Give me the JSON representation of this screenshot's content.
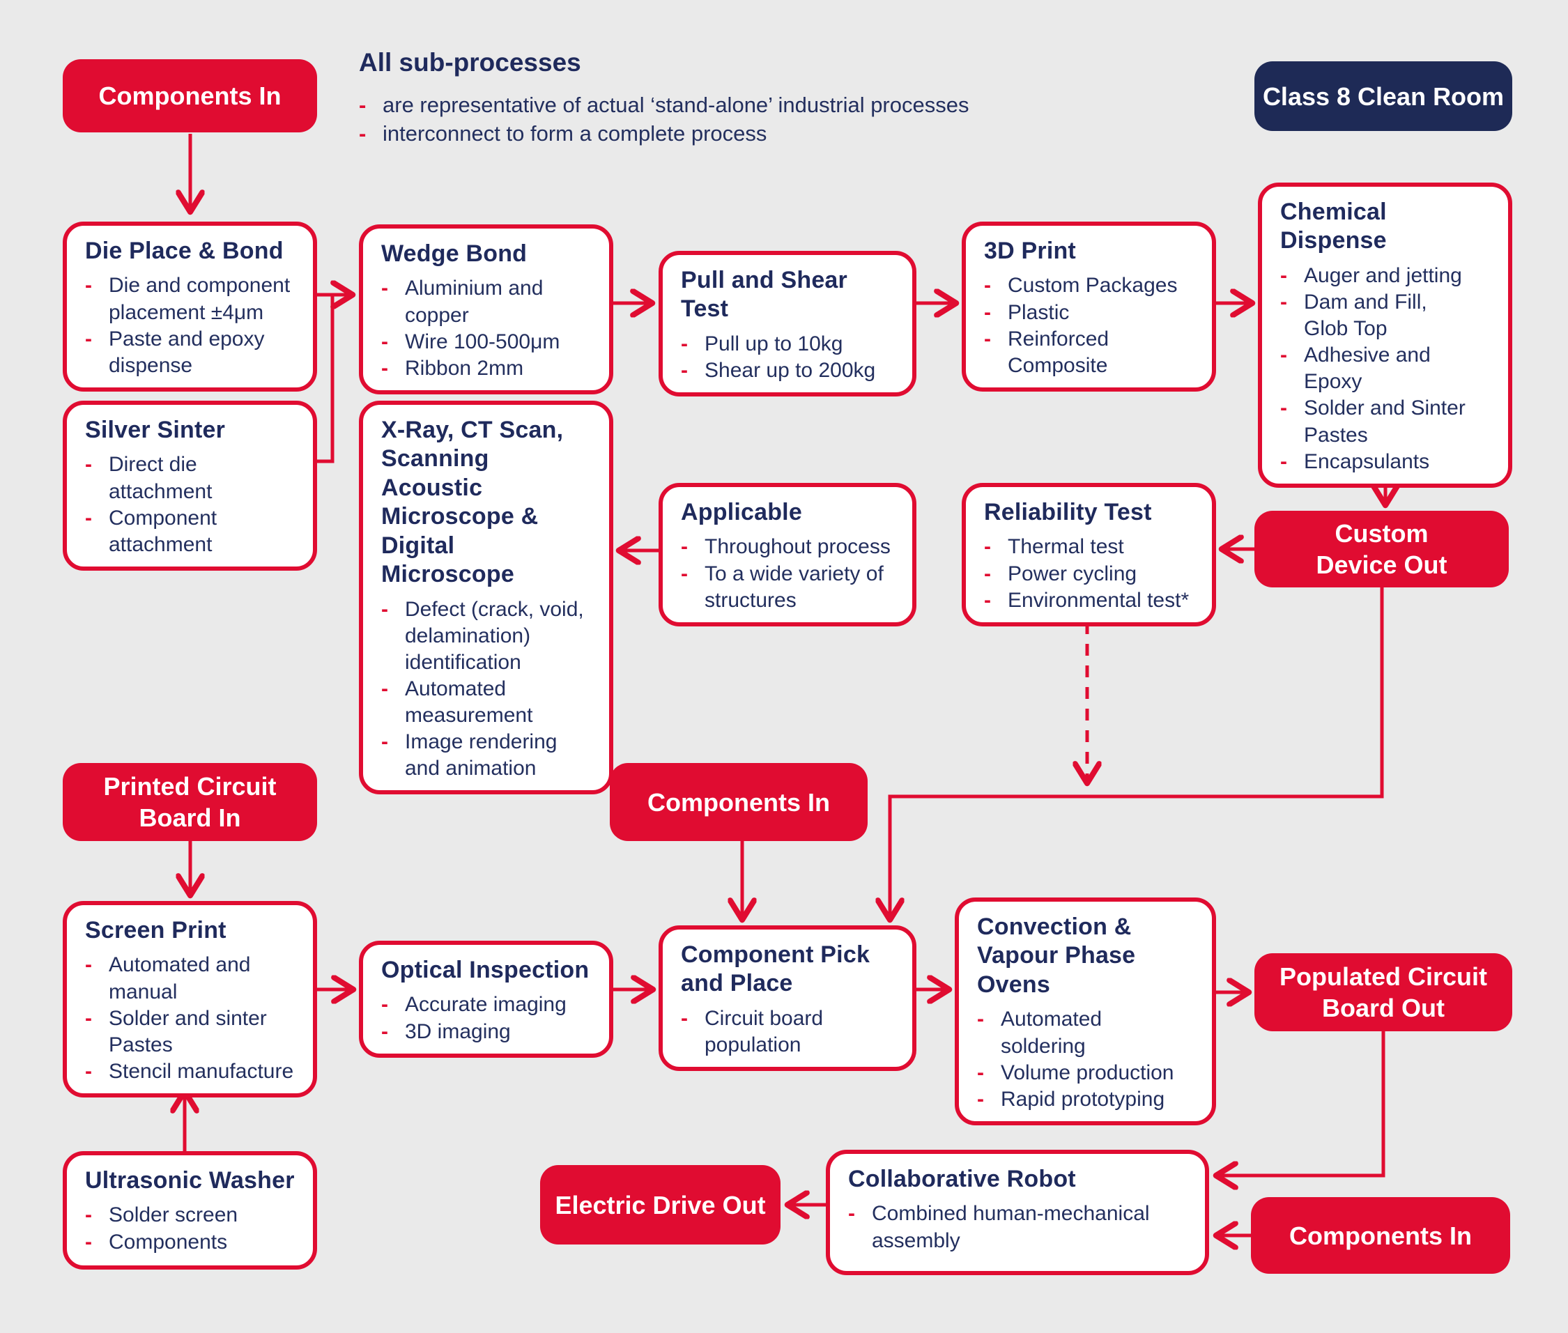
{
  "ui": {
    "bullet_marker": "-"
  },
  "colors": {
    "red": "#E00C31",
    "navy": "#1E2A56",
    "text_navy": "#232F5E",
    "background": "#EAEAEA",
    "box_fill": "#FFFFFF"
  },
  "note": {
    "title": "All sub-processes",
    "bullets": [
      "are representative of actual ‘stand-alone’ industrial processes",
      "interconnect to form a complete process"
    ]
  },
  "pills": {
    "components_in_top": {
      "label": "Components In"
    },
    "clean_room": {
      "label": "Class 8 Clean Room"
    },
    "custom_device_out": {
      "label": "Custom\nDevice Out"
    },
    "pcb_in": {
      "label": "Printed Circuit\nBoard In"
    },
    "components_in_mid": {
      "label": "Components In"
    },
    "pcb_out": {
      "label": "Populated Circuit\nBoard Out"
    },
    "electric_drive_out": {
      "label": "Electric Drive Out"
    },
    "components_in_bottom": {
      "label": "Components In"
    }
  },
  "boxes": {
    "die_place_bond": {
      "title": "Die Place & Bond",
      "bullets": [
        "Die and component\nplacement ±4μm",
        "Paste and epoxy\ndispense"
      ]
    },
    "wedge_bond": {
      "title": "Wedge Bond",
      "bullets": [
        "Aluminium and\ncopper",
        "Wire 100-500μm",
        "Ribbon 2mm"
      ]
    },
    "pull_shear": {
      "title": "Pull and Shear Test",
      "bullets": [
        "Pull up to 10kg",
        "Shear up to 200kg"
      ]
    },
    "print_3d": {
      "title": "3D Print",
      "bullets": [
        "Custom Packages",
        "Plastic",
        "Reinforced\nComposite"
      ]
    },
    "chemical_dispense": {
      "title": "Chemical Dispense",
      "bullets": [
        "Auger and jetting",
        "Dam and Fill,\nGlob Top",
        "Adhesive and Epoxy",
        "Solder and Sinter\nPastes",
        "Encapsulants"
      ]
    },
    "silver_sinter": {
      "title": "Silver Sinter",
      "bullets": [
        "Direct die\nattachment",
        "Component\nattachment"
      ]
    },
    "xray": {
      "title": "X-Ray, CT Scan,\nScanning Acoustic\nMicroscope & Digital\nMicroscope",
      "bullets": [
        "Defect (crack, void,\ndelamination)\nidentification",
        "Automated\nmeasurement",
        "Image rendering\nand animation"
      ]
    },
    "applicable": {
      "title": "Applicable",
      "bullets": [
        "Throughout process",
        "To a wide variety of\nstructures"
      ]
    },
    "reliability": {
      "title": "Reliability Test",
      "bullets": [
        "Thermal test",
        "Power cycling",
        "Environmental test*"
      ]
    },
    "screen_print": {
      "title": "Screen Print",
      "bullets": [
        "Automated and\nmanual",
        "Solder and sinter\nPastes",
        "Stencil manufacture"
      ]
    },
    "optical": {
      "title": "Optical Inspection",
      "bullets": [
        "Accurate imaging",
        "3D imaging"
      ]
    },
    "pick_place": {
      "title": "Component Pick\nand Place",
      "bullets": [
        "Circuit board\npopulation"
      ]
    },
    "convection": {
      "title": "Convection &\nVapour Phase Ovens",
      "bullets": [
        "Automated\nsoldering",
        "Volume production",
        "Rapid prototyping"
      ]
    },
    "ultrasonic": {
      "title": "Ultrasonic Washer",
      "bullets": [
        "Solder screen",
        "Components"
      ]
    },
    "collab_robot": {
      "title": "Collaborative Robot",
      "bullets": [
        "Combined human-mechanical\nassembly"
      ]
    }
  }
}
